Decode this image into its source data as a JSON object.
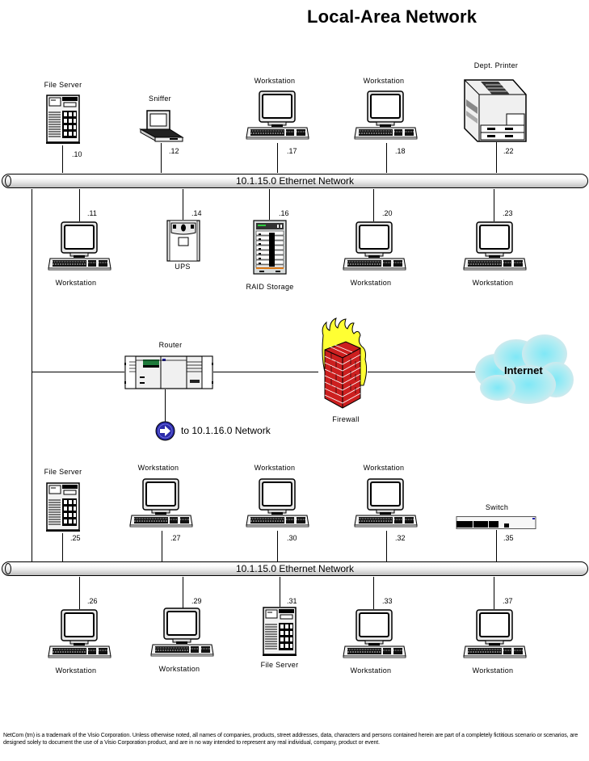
{
  "title": "Local-Area Network",
  "buses": [
    {
      "label": "10.1.15.0 Ethernet Network"
    },
    {
      "label": "10.1.15.0 Ethernet Network"
    }
  ],
  "segment1_top": [
    {
      "type": "file-server",
      "label": "File Server",
      "ip": ".10"
    },
    {
      "type": "laptop",
      "label": "Sniffer",
      "ip": ".12"
    },
    {
      "type": "workstation",
      "label": "Workstation",
      "ip": ".17"
    },
    {
      "type": "workstation",
      "label": "Workstation",
      "ip": ".18"
    },
    {
      "type": "printer",
      "label": "Dept. Printer",
      "ip": ".22"
    }
  ],
  "segment1_bottom": [
    {
      "type": "workstation",
      "label": "Workstation",
      "ip": ".11"
    },
    {
      "type": "ups",
      "label": "UPS",
      "ip": ".14"
    },
    {
      "type": "raid",
      "label": "RAID Storage",
      "ip": ".16"
    },
    {
      "type": "workstation",
      "label": "Workstation",
      "ip": ".20"
    },
    {
      "type": "workstation",
      "label": "Workstation",
      "ip": ".23"
    }
  ],
  "middle": {
    "router": {
      "label": "Router"
    },
    "firewall": {
      "label": "Firewall"
    },
    "internet": {
      "label": "Internet"
    },
    "offpage": {
      "label": "to 10.1.16.0 Network"
    }
  },
  "segment2_top": [
    {
      "type": "file-server",
      "label": "File Server",
      "ip": ".25"
    },
    {
      "type": "workstation",
      "label": "Workstation",
      "ip": ".27"
    },
    {
      "type": "workstation",
      "label": "Workstation",
      "ip": ".30"
    },
    {
      "type": "workstation",
      "label": "Workstation",
      "ip": ".32"
    },
    {
      "type": "switch",
      "label": "Switch",
      "ip": ".35"
    }
  ],
  "segment2_bottom": [
    {
      "type": "workstation",
      "label": "Workstation",
      "ip": ".26"
    },
    {
      "type": "workstation",
      "label": "Workstation",
      "ip": ".29"
    },
    {
      "type": "file-server",
      "label": "File Server",
      "ip": ".31"
    },
    {
      "type": "workstation",
      "label": "Workstation",
      "ip": ".33"
    },
    {
      "type": "workstation",
      "label": "Workstation",
      "ip": ".37"
    }
  ],
  "colors": {
    "firewall_brick": "#cc1f1f",
    "flame": "#ffff33",
    "cloud": "#a8e8f2",
    "offpage_icon": "#2b2ba8"
  },
  "footer": "NetCom (tm) is a trademark of the Visio Corporation. Unless otherwise noted, all names of companies, products, street addresses, data, characters and persons contained herein are part of a completely fictitious scenario or scenarios, are designed solely to document the use of a Visio Corporation product, and are in no way intended to represent any real individual, company, product or event."
}
